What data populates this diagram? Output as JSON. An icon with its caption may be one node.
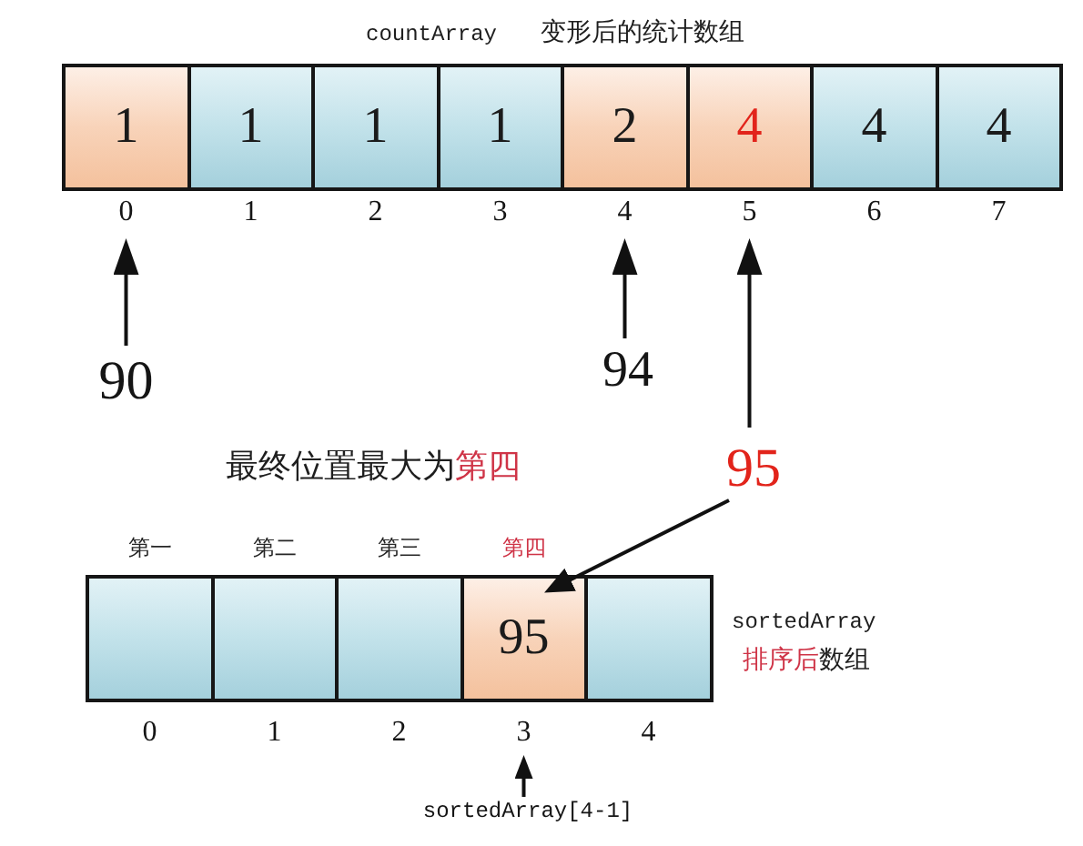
{
  "diagram": {
    "nodes": [
      {
        "text": [
          "1"
        ]
      },
      {
        "text": [
          "1"
        ]
      },
      {
        "text": [
          "1"
        ]
      },
      {
        "text": [
          "1"
        ]
      },
      {
        "text": [
          "2"
        ]
      },
      {
        "text": [
          "4"
        ]
      },
      {
        "text": [
          "4"
        ]
      },
      {
        "text": [
          "4"
        ]
      },
      {
        "text": [
          "0"
        ]
      },
      {
        "text": [
          "1"
        ]
      },
      {
        "text": [
          "2"
        ]
      },
      {
        "text": [
          "3"
        ]
      },
      {
        "text": [
          "4"
        ]
      },
      {
        "text": [
          "5"
        ]
      },
      {
        "text": [
          "6"
        ]
      },
      {
        "text": [
          "7"
        ]
      },
      {
        "text": [
          "90"
        ]
      },
      {
        "text": [
          "94"
        ]
      },
      {
        "text": [
          "95"
        ]
      },
      {
        "text": [],
        "shape": "box",
        "beside": [
          "第一"
        ]
      },
      {
        "text": [],
        "shape": "box",
        "beside": [
          "第二"
        ]
      },
      {
        "text": [],
        "shape": "box",
        "beside": [
          "第三"
        ]
      },
      {
        "text": [
          "95"
        ],
        "beside": [
          "第四"
        ]
      },
      {
        "text": [],
        "shape": "box"
      },
      {
        "text": [
          "0"
        ]
      },
      {
        "text": [
          "1"
        ]
      },
      {
        "text": [
          "2"
        ]
      },
      {
        "text": [
          "3"
        ]
      },
      {
        "text": [
          "4"
        ]
      },
      {
        "text": [
          "sortedArray[4-1]"
        ]
      }
    ],
    "edges": [
      {
        "from": 16,
        "to": 8,
        "arrow": "to"
      },
      {
        "from": 17,
        "to": 12,
        "arrow": "to"
      },
      {
        "from": 18,
        "to": 13,
        "arrow": "to"
      },
      {
        "from": 18,
        "to": 22,
        "arrow": "to"
      },
      {
        "from": 29,
        "to": 27,
        "arrow": "to"
      }
    ],
    "labels": [
      "countArray",
      "变形后的统计数组",
      "最终位置最大为",
      "第四",
      "sortedArray",
      "排序后",
      "数组"
    ]
  }
}
